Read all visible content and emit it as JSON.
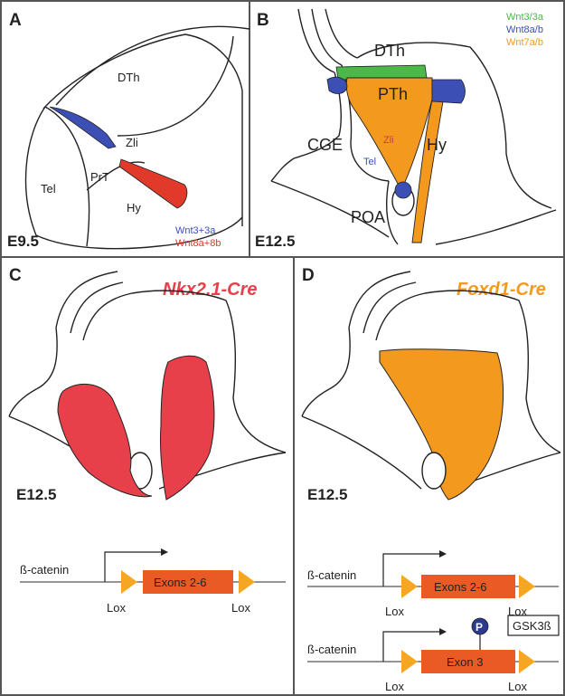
{
  "panels": {
    "a": {
      "letter": "A",
      "stage": "E9.5",
      "regions": {
        "dth": "DTh",
        "zli": "Zli",
        "prt": "PrT",
        "tel": "Tel",
        "hy": "Hy"
      },
      "legend": [
        {
          "label": "Wnt3+3a",
          "color": "#3c4fb5"
        },
        {
          "label": "Wnt8a+8b",
          "color": "#e23a2a"
        }
      ]
    },
    "b": {
      "letter": "B",
      "stage": "E12.5",
      "regions": {
        "dth": "DTh",
        "pth": "PTh",
        "cge": "CGE",
        "tel": "Tel",
        "zli": "Zli",
        "hy": "Hy",
        "poa": "POA"
      },
      "legend": [
        {
          "label": "Wnt3/3a",
          "color": "#4cb848"
        },
        {
          "label": "Wnt8a/b",
          "color": "#3c4fb5"
        },
        {
          "label": "Wnt7a/b",
          "color": "#f39a1e"
        }
      ]
    },
    "c": {
      "letter": "C",
      "stage": "E12.5",
      "cre_label": "Nkx2.1-Cre",
      "cre_color": "#e8404a",
      "construct": {
        "gene": "ß-catenin",
        "exons": "Exons 2-6",
        "lox1": "Lox",
        "lox2": "Lox"
      }
    },
    "d": {
      "letter": "D",
      "stage": "E12.5",
      "cre_label": "Foxd1-Cre",
      "cre_color": "#f39a1e",
      "construct1": {
        "gene": "ß-catenin",
        "exons": "Exons 2-6",
        "lox1": "Lox",
        "lox2": "Lox"
      },
      "construct2": {
        "gene": "ß-catenin",
        "exons": "Exon 3",
        "lox1": "Lox",
        "lox2": "Lox",
        "phospho": "P",
        "kinase": "GSK3ß"
      }
    }
  },
  "colors": {
    "outline": "#222222",
    "panel_border": "#555555",
    "exon": "#ea5a24",
    "lox": "#f5a623",
    "phospho": "#2b3a8c"
  }
}
